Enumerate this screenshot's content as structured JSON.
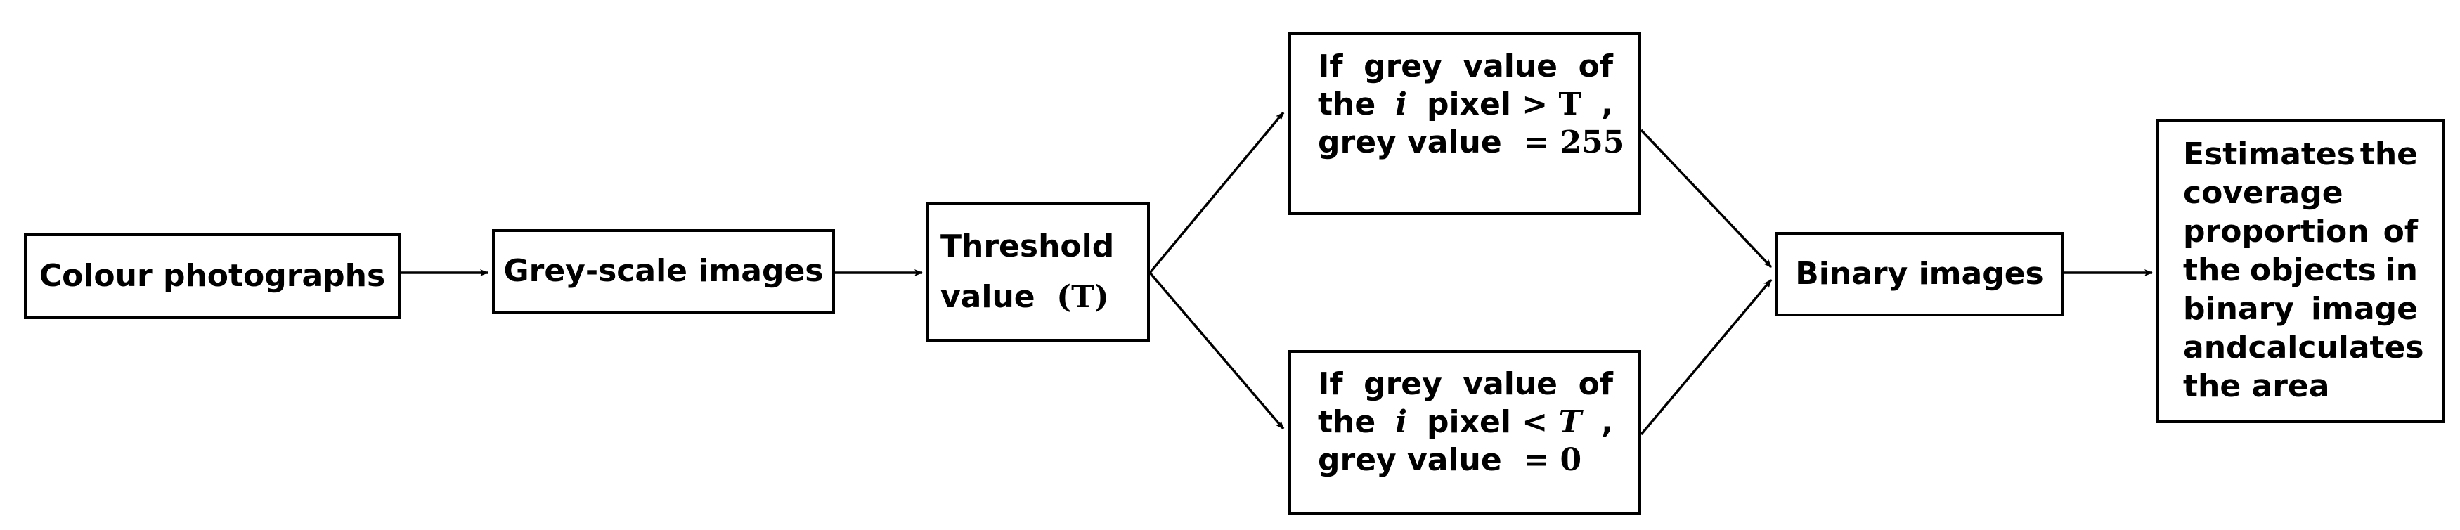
{
  "nodes": {
    "colour": "Colour photographs",
    "grey": "Grey-scale images",
    "threshold_line1": "Threshold",
    "threshold_line2": "value",
    "threshold_symbol": "(T)",
    "upper": {
      "line1": [
        "If",
        "grey",
        "value",
        "of"
      ],
      "line2_prefix": "the",
      "symbol_i": "i",
      "line2_pixel": "pixel",
      "op": ">",
      "threshold_symbol": "T",
      "line2_suffix": ",",
      "line3_text": "grey value",
      "equals": "=",
      "value": "255"
    },
    "lower": {
      "line1": [
        "If",
        "grey",
        "value",
        "of"
      ],
      "line2_prefix": "the",
      "symbol_i": "i",
      "line2_pixel": "pixel",
      "op": "<",
      "threshold_symbol": "T",
      "line2_suffix": ",",
      "line3_text": "grey value",
      "equals": "=",
      "value": "0"
    },
    "binary": "Binary images",
    "estimates": [
      "Estimates the",
      "coverage",
      "proportion of",
      "the objects in",
      "binary image",
      "and calculates",
      "the area"
    ]
  },
  "colors": {
    "stroke": "#000000",
    "background": "#ffffff"
  }
}
